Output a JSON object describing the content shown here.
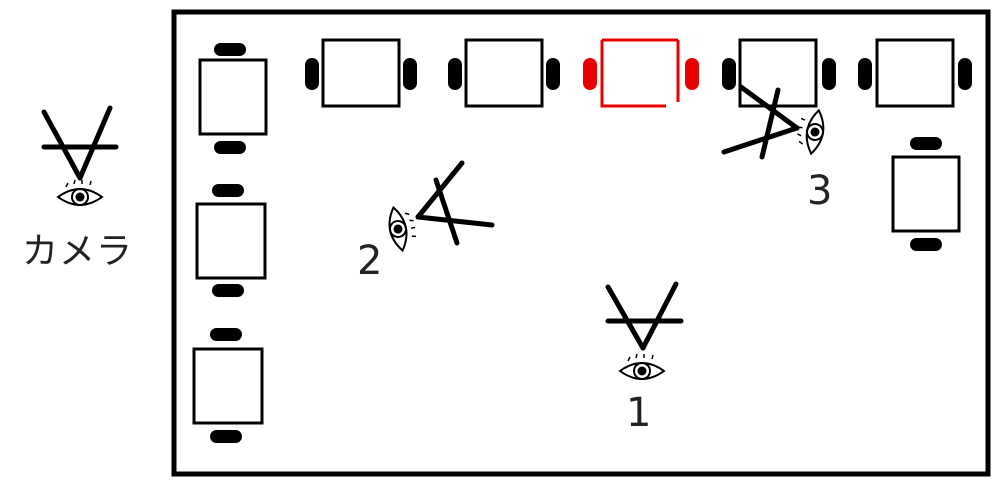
{
  "camera": {
    "label": "カメラ"
  },
  "viewers": [
    {
      "number": "1"
    },
    {
      "number": "2"
    },
    {
      "number": "3"
    }
  ],
  "colors": {
    "line": "#000000",
    "highlight": "#e60000",
    "background": "#ffffff"
  },
  "icons": [
    "eye-icon",
    "viewpoint-marker-icon"
  ]
}
